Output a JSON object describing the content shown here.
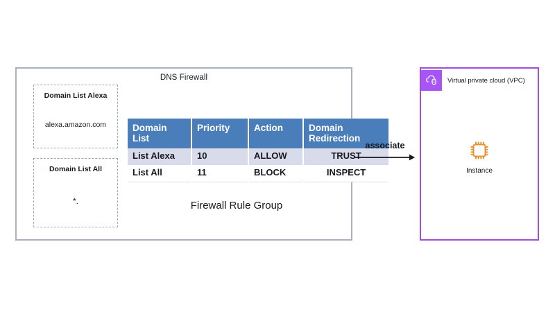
{
  "diagram": {
    "dns_firewall": {
      "title": "DNS Firewall",
      "domain_lists": [
        {
          "title": "Domain List Alexa",
          "value": "alexa.amazon.com"
        },
        {
          "title": "Domain List All",
          "value": "*."
        }
      ],
      "rule_group_label": "Firewall Rule Group",
      "table": {
        "headers": [
          "Domain List",
          "Priority",
          "Action",
          "Domain Redirection"
        ],
        "rows": [
          {
            "domain_list": "List Alexa",
            "priority": "10",
            "action": "ALLOW",
            "redirection": "TRUST"
          },
          {
            "domain_list": "List All",
            "priority": "11",
            "action": "BLOCK",
            "redirection": "INSPECT"
          }
        ]
      }
    },
    "connector": {
      "label": "associate",
      "icon": "arrow-right-icon"
    },
    "vpc": {
      "title": "Virtual private cloud (VPC)",
      "icon": "vpc-cloud-icon",
      "instance": {
        "label": "Instance",
        "icon": "instance-chip-icon"
      }
    },
    "colors": {
      "table_header": "#4a7ebb",
      "table_row_alt": "#d8dcea",
      "vpc_border": "#9d4edd",
      "vpc_icon_bg": "#a855f7",
      "instance_orange": "#e8912d",
      "firewall_border": "#a6b1c2"
    }
  }
}
